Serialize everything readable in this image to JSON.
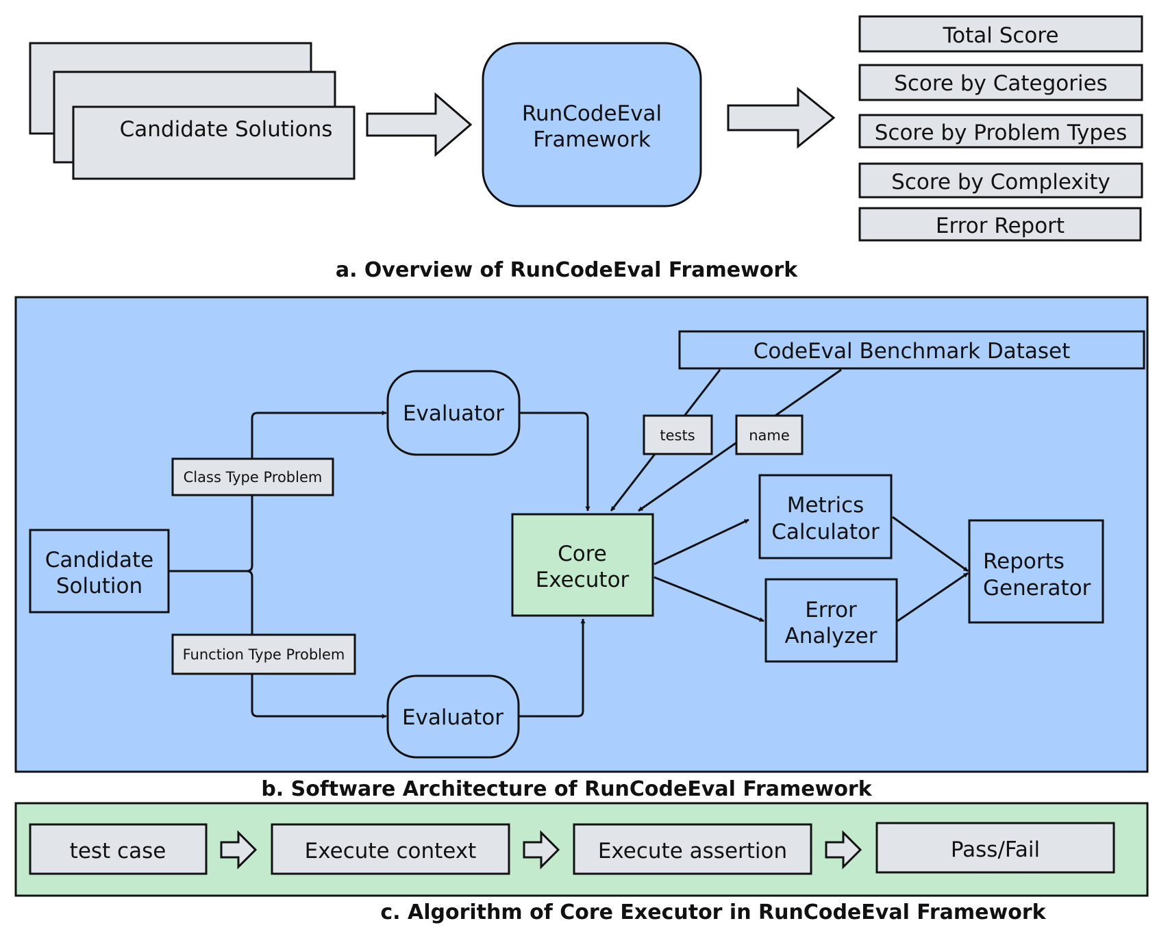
{
  "colors": {
    "gray_fill": "#e1e4e9",
    "blue_fill": "#aacefd",
    "green_fill": "#c3eacc",
    "stroke": "#111111"
  },
  "overview": {
    "input": "Candidate Solutions",
    "framework": [
      "RunCodeEval",
      "Framework"
    ],
    "outputs": [
      "Total Score",
      "Score by Categories",
      "Score by Problem Types",
      "Score by Complexity",
      "Error Report"
    ],
    "caption": "a. Overview of RunCodeEval Framework"
  },
  "architecture": {
    "candidate": [
      "Candidate",
      "Solution"
    ],
    "class_label": "Class Type Problem",
    "function_label": "Function Type Problem",
    "evaluator_top": "Evaluator",
    "evaluator_bottom": "Evaluator",
    "dataset": "CodeEval Benchmark Dataset",
    "tests_label": "tests",
    "name_label": "name",
    "core": [
      "Core",
      "Executor"
    ],
    "metrics": [
      "Metrics",
      "Calculator"
    ],
    "error": [
      "Error",
      "Analyzer"
    ],
    "reports": [
      "Reports",
      "Generator"
    ],
    "caption": "b. Software Architecture of RunCodeEval Framework"
  },
  "algorithm": {
    "steps": [
      "test case",
      "Execute context",
      "Execute assertion",
      "Pass/Fail"
    ],
    "caption": "c. Algorithm of Core Executor in RunCodeEval Framework"
  }
}
